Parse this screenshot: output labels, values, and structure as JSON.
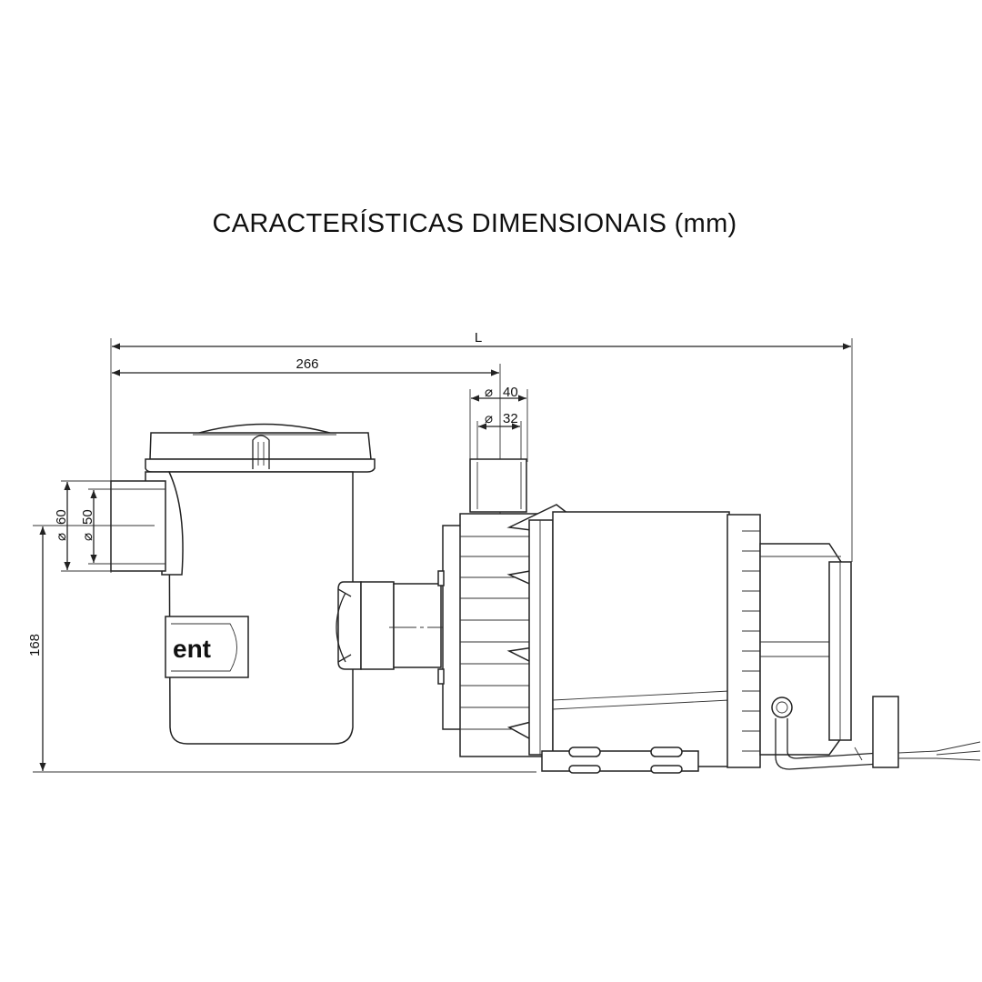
{
  "title": "CARACTERÍSTICAS DIMENSIONAIS (mm)",
  "dimensions": {
    "overall_length": "L",
    "inlet_to_outlet": "266",
    "outlet_outer_diameter": "40",
    "outlet_inner_diameter": "32",
    "inlet_outer_diameter": "60",
    "inlet_inner_diameter": "50",
    "height": "168"
  },
  "diameter_symbol": "⌀",
  "logo_fragment": "ent"
}
